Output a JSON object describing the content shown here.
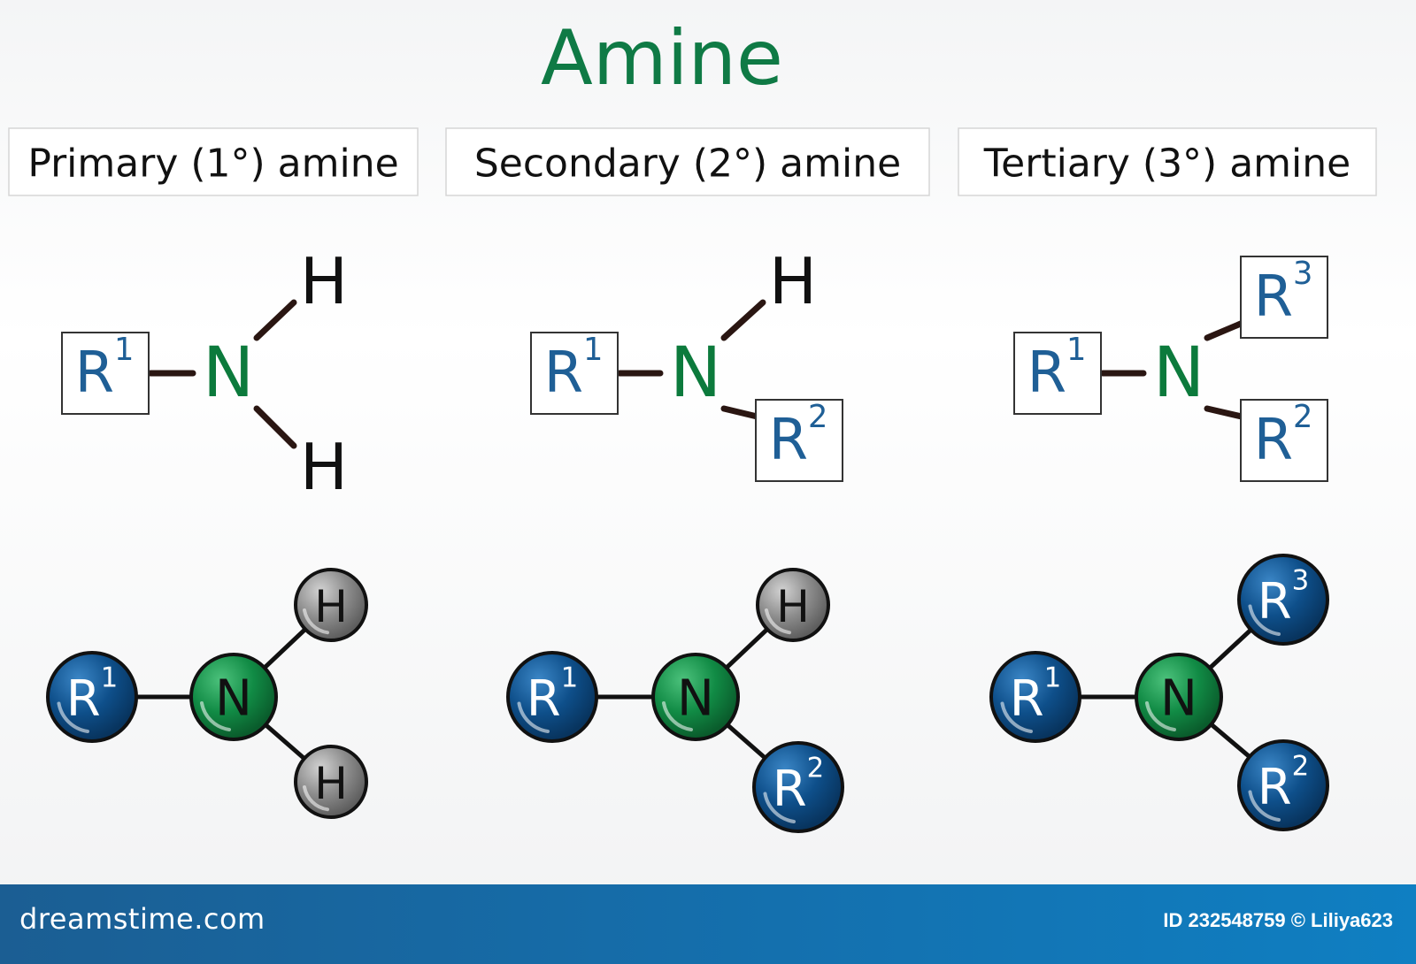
{
  "title": "Amine",
  "colors": {
    "title": "#0f7a45",
    "nitrogen": "#0c7a3c",
    "r_group": "#1f5f96",
    "bond": "#2a1612",
    "hydrogen_text": "#111111",
    "ball_r": "#0e4f8a",
    "ball_n": "#118b45",
    "ball_h": "#8c8c8c"
  },
  "panels": [
    {
      "heading": "Primary (1°) amine",
      "structure": {
        "center": "N",
        "left": {
          "base": "R",
          "sup": "1"
        },
        "top": {
          "base": "H",
          "sup": ""
        },
        "bottom": {
          "base": "H",
          "sup": ""
        }
      },
      "ball_model": {
        "center": "N",
        "left": {
          "base": "R",
          "sup": "1"
        },
        "top": {
          "base": "H",
          "sup": ""
        },
        "bottom": {
          "base": "H",
          "sup": ""
        }
      }
    },
    {
      "heading": "Secondary (2°) amine",
      "structure": {
        "center": "N",
        "left": {
          "base": "R",
          "sup": "1"
        },
        "top": {
          "base": "H",
          "sup": ""
        },
        "bottom": {
          "base": "R",
          "sup": "2"
        }
      },
      "ball_model": {
        "center": "N",
        "left": {
          "base": "R",
          "sup": "1"
        },
        "top": {
          "base": "H",
          "sup": ""
        },
        "bottom": {
          "base": "R",
          "sup": "2"
        }
      }
    },
    {
      "heading": "Tertiary (3°) amine",
      "structure": {
        "center": "N",
        "left": {
          "base": "R",
          "sup": "1"
        },
        "top": {
          "base": "R",
          "sup": "3"
        },
        "bottom": {
          "base": "R",
          "sup": "2"
        }
      },
      "ball_model": {
        "center": "N",
        "left": {
          "base": "R",
          "sup": "1"
        },
        "top": {
          "base": "R",
          "sup": "3"
        },
        "bottom": {
          "base": "R",
          "sup": "2"
        }
      }
    }
  ],
  "footer": {
    "brand": "dreamstime.com",
    "credit": "ID 232548759 © Liliya623"
  }
}
